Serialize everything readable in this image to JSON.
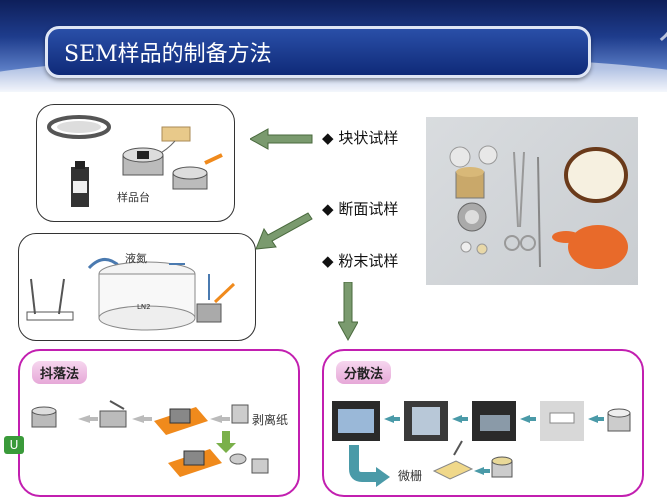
{
  "title": "SEM样品的制备方法",
  "bullets": [
    "块状试样",
    "断面试样",
    "粉末试样"
  ],
  "box1": {
    "label": "样品台"
  },
  "box2": {
    "label": "液氮"
  },
  "dropping": {
    "tag": "抖落法",
    "peel_label": "剥离纸"
  },
  "dispersion": {
    "tag": "分散法",
    "grid_label": "微栅"
  },
  "side_button": "U",
  "colors": {
    "title_bg": "#1e3c8c",
    "arrow": "#7a9a6e",
    "frame_pink": "#c21fb0",
    "accent_orange": "#f08a1c"
  }
}
